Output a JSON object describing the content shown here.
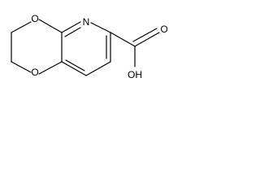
{
  "molecule": {
    "atoms": {
      "oxygen_top": "O",
      "oxygen_bottom": "O",
      "nitrogen": "N",
      "carbonyl_oxygen": "O",
      "hydroxyl": "OH"
    },
    "colors": {
      "bond": "#000000",
      "label": "#000000",
      "background": "#ffffff"
    }
  }
}
